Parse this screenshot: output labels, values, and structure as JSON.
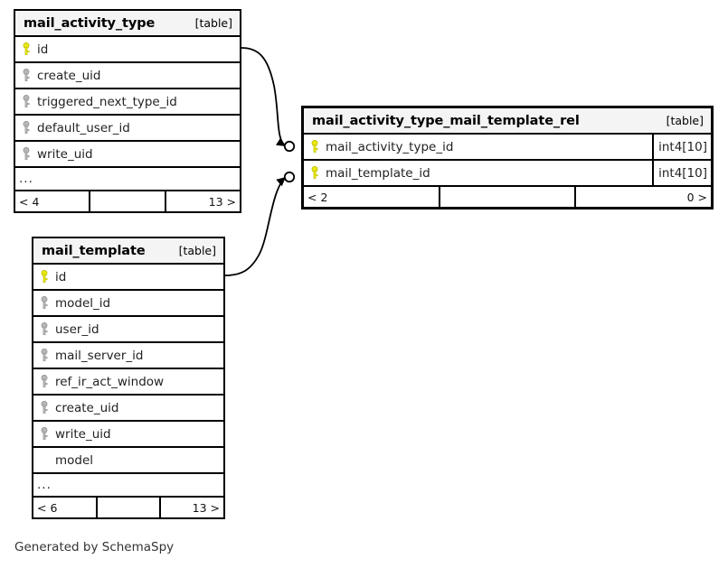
{
  "diagram": {
    "credit": "Generated by SchemaSpy",
    "table_tag": "[table]",
    "ellipsis": "...",
    "colors": {
      "primary_key": "#e8e80f",
      "foreign_key": "#aaaaaa",
      "header_bg": "#f4f4f4",
      "border": "#000000",
      "background": "#ffffff"
    }
  },
  "tables": [
    {
      "id": "mail_activity_type",
      "name": "mail_activity_type",
      "tag": "[table]",
      "columns": [
        {
          "name": "id",
          "key": "primary",
          "type": ""
        },
        {
          "name": "create_uid",
          "key": "foreign",
          "type": ""
        },
        {
          "name": "triggered_next_type_id",
          "key": "foreign",
          "type": ""
        },
        {
          "name": "default_user_id",
          "key": "foreign",
          "type": ""
        },
        {
          "name": "write_uid",
          "key": "foreign",
          "type": ""
        }
      ],
      "has_ellipsis": true,
      "footer": {
        "left": "< 4",
        "mid": "",
        "right": "13 >"
      }
    },
    {
      "id": "mail_activity_type_mail_template_rel",
      "name": "mail_activity_type_mail_template_rel",
      "tag": "[table]",
      "columns": [
        {
          "name": "mail_activity_type_id",
          "key": "primary",
          "type": "int4[10]"
        },
        {
          "name": "mail_template_id",
          "key": "primary",
          "type": "int4[10]"
        }
      ],
      "has_ellipsis": false,
      "footer": {
        "left": "< 2",
        "mid": "",
        "right": "0 >"
      }
    },
    {
      "id": "mail_template",
      "name": "mail_template",
      "tag": "[table]",
      "columns": [
        {
          "name": "id",
          "key": "primary",
          "type": ""
        },
        {
          "name": "model_id",
          "key": "foreign",
          "type": ""
        },
        {
          "name": "user_id",
          "key": "foreign",
          "type": ""
        },
        {
          "name": "mail_server_id",
          "key": "foreign",
          "type": ""
        },
        {
          "name": "ref_ir_act_window",
          "key": "foreign",
          "type": ""
        },
        {
          "name": "create_uid",
          "key": "foreign",
          "type": ""
        },
        {
          "name": "write_uid",
          "key": "foreign",
          "type": ""
        },
        {
          "name": "model",
          "key": "none",
          "type": ""
        }
      ],
      "has_ellipsis": true,
      "footer": {
        "left": "< 6",
        "mid": "",
        "right": "13 >"
      }
    }
  ],
  "relationships": [
    {
      "id": "rel-activity-type",
      "from_table": "mail_activity_type",
      "from_column": "id",
      "to_table": "mail_activity_type_mail_template_rel",
      "to_column": "mail_activity_type_id"
    },
    {
      "id": "rel-template",
      "from_table": "mail_template",
      "from_column": "id",
      "to_table": "mail_activity_type_mail_template_rel",
      "to_column": "mail_template_id"
    }
  ]
}
